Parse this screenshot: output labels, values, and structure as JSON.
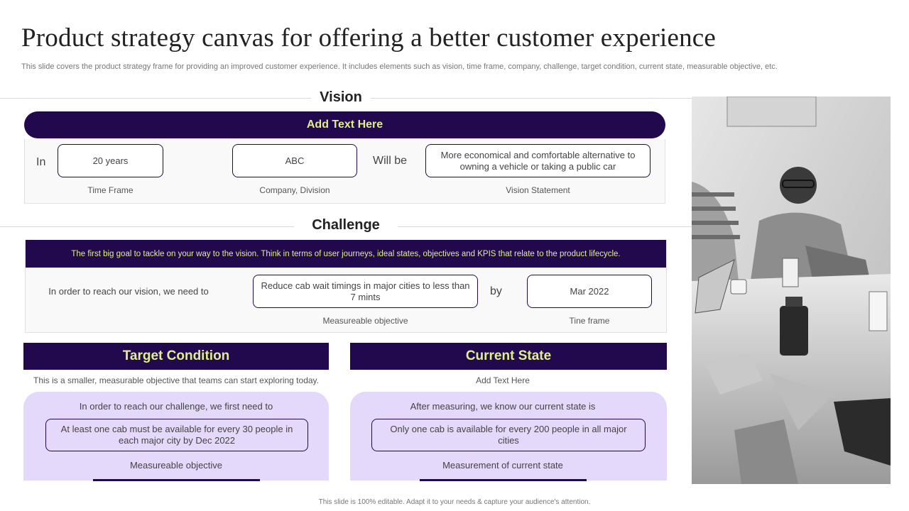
{
  "title": "Product strategy canvas for offering a better customer experience",
  "subtitle": "This slide covers the product strategy frame for providing an improved customer experience. It includes elements such as vision, time frame, company, challenge, target condition, current state, measurable objective, etc.",
  "vision": {
    "heading": "Vision",
    "bar_text": "Add Text Here",
    "in_word": "In",
    "time_frame_value": "20 years",
    "time_frame_label": "Time Frame",
    "company_value": "ABC",
    "company_label": "Company, Division",
    "will_be_word": "Will be",
    "statement_value": "More economical  and comfortable alternative to owning a vehicle  or taking a public car",
    "statement_label": "Vision Statement"
  },
  "challenge": {
    "heading": "Challenge",
    "bar_text": "The first big goal to tackle on your way to the vision. Think in terms of user journeys, ideal states, objectives and KPIS that relate to the product lifecycle.",
    "lead_text": "In order to reach our vision,  we need to",
    "objective_value": "Reduce cab wait timings in major cities to less than 7 mints",
    "objective_label": "Measureable objective",
    "by_word": "by",
    "timeframe_value": "Mar 2022",
    "timeframe_label": "Tine frame"
  },
  "target": {
    "heading": "Target Condition",
    "description": "This is a smaller, measurable objective that teams can start exploring today.",
    "lead_text": "In order to reach our challenge,  we first need to",
    "value": "At least one cab must be available  for every  30 people in each major city by Dec 2022",
    "label": "Measureable  objective"
  },
  "current": {
    "heading": "Current State",
    "description": "Add Text  Here",
    "lead_text": "After measuring,  we know our current state is",
    "value": "Only one cab is available  for every  200 people in all major cities",
    "label": "Measurement  of current state"
  },
  "footer": "This slide is 100% editable.  Adapt it to your needs & capture your audience's attention.",
  "colors": {
    "primary": "#22094e",
    "accent_text": "#dff08a",
    "lavender": "#e4d8fb"
  }
}
